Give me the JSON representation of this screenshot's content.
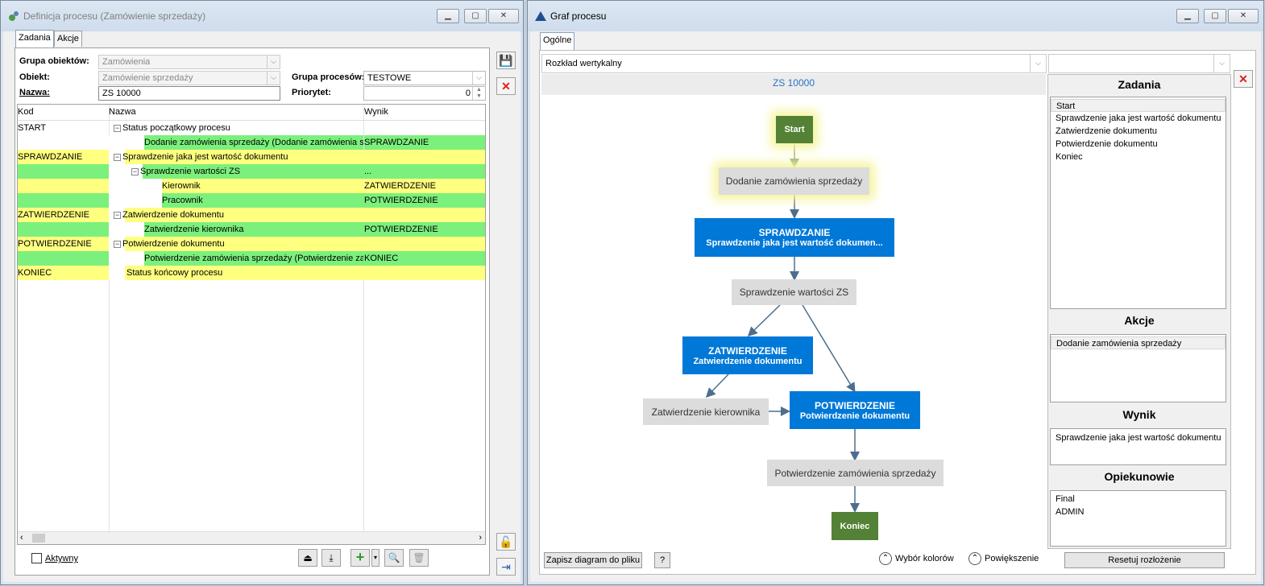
{
  "left": {
    "title": "Definicja procesu (Zamówienie sprzedaży)",
    "tabs": [
      "Zadania",
      "Akcje"
    ],
    "labels": {
      "grupa_obiektow": "Grupa obiektów:",
      "obiekt": "Obiekt:",
      "nazwa": "Nazwa:",
      "grupa_procesow": "Grupa procesów:",
      "priorytet": "Priorytet:"
    },
    "values": {
      "grupa_obiektow": "Zamówienia",
      "obiekt": "Zamówienie sprzedaży",
      "nazwa": "ZS 10000",
      "grupa_procesow": "TESTOWE",
      "priorytet": "0"
    },
    "grid": {
      "headers": [
        "Kod",
        "Nazwa",
        "Wynik"
      ],
      "rows": [
        {
          "kod": "START",
          "nazwa": "Status początkowy procesu",
          "wynik": "",
          "color": "white"
        },
        {
          "kod": "",
          "nazwa": "Dodanie zamówienia sprzedaży (Dodanie zamówienia sprz",
          "wynik": "SPRAWDZANIE",
          "color": "green"
        },
        {
          "kod": "SPRAWDZANIE",
          "nazwa": "Sprawdzenie jaka jest wartość dokumentu",
          "wynik": "",
          "color": "yellow"
        },
        {
          "kod": "",
          "nazwa": "Sprawdzenie wartości ZS",
          "wynik": "...",
          "color": "green"
        },
        {
          "kod": "",
          "nazwa": "Kierownik",
          "wynik": "ZATWIERDZENIE",
          "color": "yellow"
        },
        {
          "kod": "",
          "nazwa": "Pracownik",
          "wynik": "POTWIERDZENIE",
          "color": "green"
        },
        {
          "kod": "ZATWIERDZENIE",
          "nazwa": "Zatwierdzenie dokumentu",
          "wynik": "",
          "color": "yellow"
        },
        {
          "kod": "",
          "nazwa": "Zatwierdzenie kierownika",
          "wynik": "POTWIERDZENIE",
          "color": "green"
        },
        {
          "kod": "POTWIERDZENIE",
          "nazwa": "Potwierdzenie dokumentu",
          "wynik": "",
          "color": "yellow"
        },
        {
          "kod": "",
          "nazwa": "Potwierdzenie zamówienia sprzedaży (Potwierdzenie zam",
          "wynik": "KONIEC",
          "color": "green"
        },
        {
          "kod": "KONIEC",
          "nazwa": "Status końcowy procesu",
          "wynik": "",
          "color": "yellow"
        }
      ]
    },
    "aktywny_label": "Aktywny"
  },
  "right": {
    "title": "Graf procesu",
    "tab": "Ogólne",
    "layout_select": "Rozkład wertykalny",
    "second_select": "",
    "graph_header": "ZS 10000",
    "nodes": {
      "start": "Start",
      "dodanie": "Dodanie zamówienia sprzedaży",
      "spr_title": "SPRAWDZANIE",
      "spr_sub": "Sprawdzenie jaka jest wartość dokumen...",
      "sprawdzenie_wartosci": "Sprawdzenie wartości ZS",
      "zatw_title": "ZATWIERDZENIE",
      "zatw_sub": "Zatwierdzenie dokumentu",
      "zatw_kier": "Zatwierdzenie kierownika",
      "potw_title": "POTWIERDZENIE",
      "potw_sub": "Potwierdzenie dokumentu",
      "potw_zam": "Potwierdzenie zamówienia sprzedaży",
      "koniec": "Koniec"
    },
    "panel": {
      "zadania_title": "Zadania",
      "zadania": [
        "Start",
        "Sprawdzenie jaka jest wartość dokumentu",
        "Zatwierdzenie dokumentu",
        "Potwierdzenie dokumentu",
        "Koniec"
      ],
      "akcje_title": "Akcje",
      "akcje": [
        "Dodanie zamówienia sprzedaży"
      ],
      "wynik_title": "Wynik",
      "wynik": [
        "Sprawdzenie jaka jest wartość dokumentu"
      ],
      "opiekunowie_title": "Opiekunowie",
      "opiekunowie": [
        "Final",
        "ADMIN"
      ]
    },
    "buttons": {
      "save": "Zapisz diagram do pliku",
      "help": "?",
      "colors": "Wybór kolorów",
      "zoom": "Powiększenie",
      "reset": "Resetuj rozłożenie"
    }
  },
  "colors": {
    "row_yellow": "#ffff80",
    "row_green": "#7cf07c",
    "node_blue": "#0078d7",
    "node_green": "#538135",
    "node_gray": "#dcdcdc",
    "close_red": "#e02020"
  }
}
